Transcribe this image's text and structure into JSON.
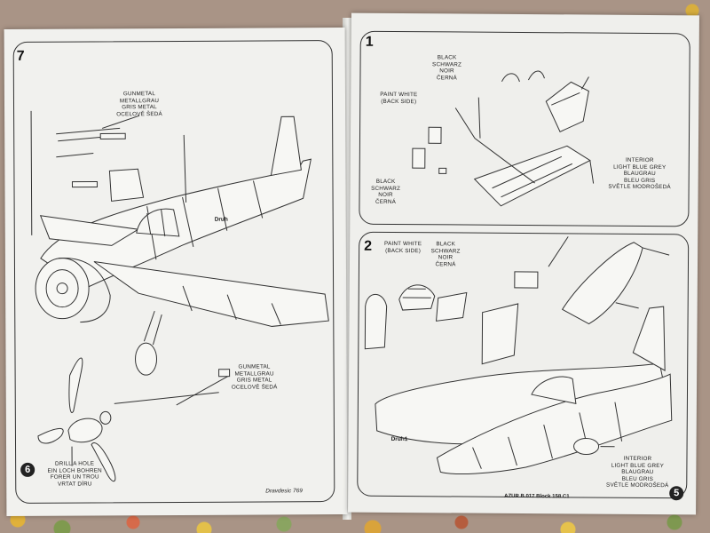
{
  "left_page": {
    "step_number": "7",
    "page_number": "6",
    "credit": "Dravdesic 769",
    "gunmetal_top": [
      "GUNMETAL",
      "METALLGRAU",
      "GRIS METAL",
      "OCELOVĚ ŠEDÁ"
    ],
    "gunmetal_bottom": [
      "GUNMETAL",
      "METALLGRAU",
      "GRIS METAL",
      "OCELOVĚ ŠEDÁ"
    ],
    "drill_note": [
      "DRILL A HOLE",
      "EIN LOCH BOHREN",
      "FORER UN TROU",
      "VRTAT DÍRU"
    ],
    "druh_label": "Druh"
  },
  "right_page": {
    "step1": {
      "number": "1",
      "paint_white": [
        "PAINT WHITE",
        "(BACK SIDE)"
      ],
      "black_top": [
        "BLACK",
        "SCHWARZ",
        "NOIR",
        "ČERNÁ"
      ],
      "black_left": [
        "BLACK",
        "SCHWARZ",
        "NOIR",
        "ČERNÁ"
      ],
      "interior": [
        "INTERIOR",
        "LIGHT BLUE GREY",
        "BLAUGRAU",
        "BLEU GRIS",
        "SVĚTLE MODROŠEDÁ"
      ]
    },
    "step2": {
      "number": "2",
      "paint_white": [
        "PAINT WHITE",
        "(BACK SIDE)"
      ],
      "black": [
        "BLACK",
        "SCHWARZ",
        "NOIR",
        "ČERNÁ"
      ],
      "interior": [
        "INTERIOR",
        "LIGHT BLUE GREY",
        "BLAUGRAU",
        "BLEU GRIS",
        "SVĚTLE MODROŠEDÁ"
      ],
      "druh_label": "Druh1"
    },
    "footer_model": "AZUR B 017 Block 158.C1",
    "page_number": "5"
  }
}
